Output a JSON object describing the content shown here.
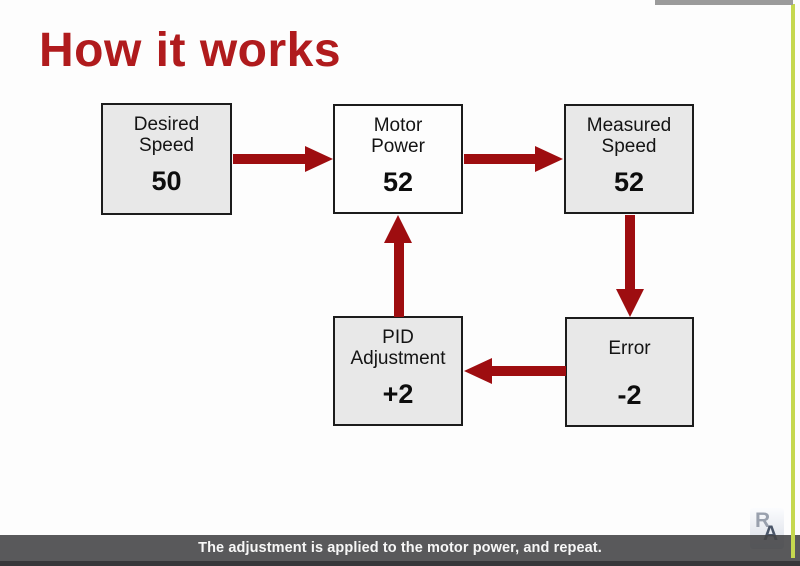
{
  "slide": {
    "title": "How it works",
    "caption": "The adjustment is applied to the motor power, and repeat.",
    "colors": {
      "title_red": "#b01b1d",
      "arrow_red": "#9e0d10",
      "box_fill_gray": "#e8e8e8",
      "box_fill_white": "#fdfdfd",
      "box_border": "#1c1c1c",
      "caption_bar_gray": "#57575a",
      "bottom_strip_gray": "#37373a",
      "edge_line_green": "#c6d84f",
      "top_strip_gray": "#9b9b9b"
    },
    "logo": {
      "letter_top": "R",
      "letter_bottom": "A"
    },
    "diagram": {
      "nodes": [
        {
          "id": "desired-speed",
          "label": "Desired\nSpeed",
          "value": "50"
        },
        {
          "id": "motor-power",
          "label": "Motor\nPower",
          "value": "52"
        },
        {
          "id": "measured-speed",
          "label": "Measured\nSpeed",
          "value": "52"
        },
        {
          "id": "error",
          "label": "Error",
          "value": "-2"
        },
        {
          "id": "pid-adjustment",
          "label": "PID\nAdjustment",
          "value": "+2"
        }
      ],
      "edges": [
        {
          "from": "desired-speed",
          "to": "motor-power"
        },
        {
          "from": "motor-power",
          "to": "measured-speed"
        },
        {
          "from": "measured-speed",
          "to": "error"
        },
        {
          "from": "error",
          "to": "pid-adjustment"
        },
        {
          "from": "pid-adjustment",
          "to": "motor-power"
        }
      ]
    }
  }
}
